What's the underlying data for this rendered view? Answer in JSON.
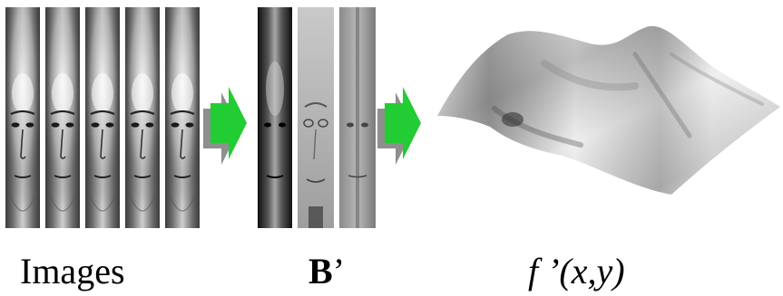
{
  "captions": {
    "images": "Images",
    "basis_bold": "B",
    "basis_suffix": "’",
    "function": "f ’(x,y)"
  },
  "colors": {
    "arrow_green": "#22cc33",
    "arrow_shadow": "#8f8f8f"
  },
  "icons": [
    "face-image",
    "right-arrow-icon",
    "basis-image",
    "surface-plot"
  ]
}
